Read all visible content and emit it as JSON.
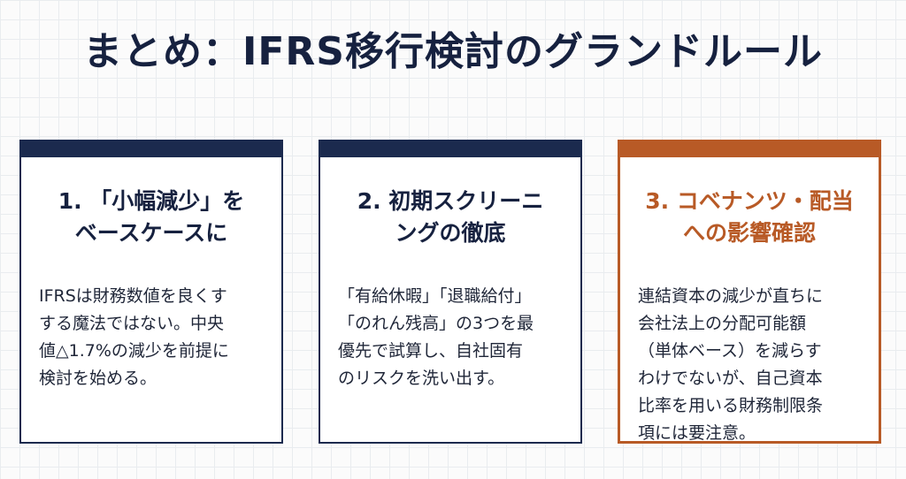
{
  "title": "まとめ：IFRS移行検討のグランドルール",
  "colors": {
    "navy": "#1b2a4e",
    "accent": "#b85a26",
    "background": "#fbfbfb"
  },
  "cards": [
    {
      "heading": [
        "1. 「小幅減少」を",
        "ベースケースに"
      ],
      "body": [
        "IFRSは財務数値を良くす",
        "する魔法ではない。中央",
        "値△1.7%の減少を前提に",
        "検討を始める。"
      ]
    },
    {
      "heading": [
        "2. 初期スクリーニ",
        "ングの徹底"
      ],
      "body": [
        "「有給休暇」「退職給付」",
        "「のれん残高」の3つを最",
        "優先で試算し、自社固有",
        "のリスクを洗い出す。"
      ]
    },
    {
      "heading": [
        "3. コベナンツ・配当",
        "への影響確認"
      ],
      "body": [
        "連結資本の減少が直ちに",
        "会社法上の分配可能額",
        "（単体ベース）を減らす",
        "わけでないが、自己資本",
        "比率を用いる財務制限条",
        "項には要注意。"
      ]
    }
  ]
}
